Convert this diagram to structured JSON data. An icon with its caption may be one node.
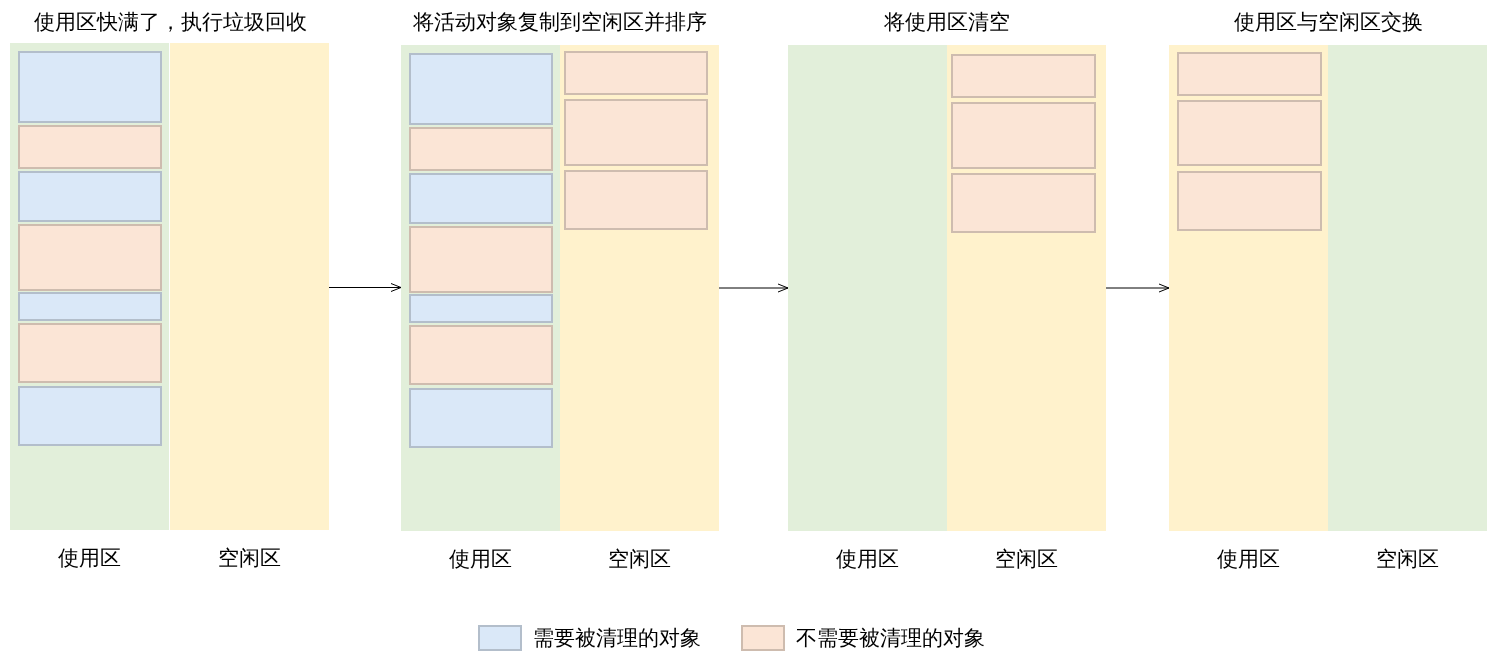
{
  "diagram": {
    "nodes": [
      {
        "text": [
          "使用区"
        ]
      },
      {
        "text": [],
        "shape": "box",
        "in": 0
      },
      {
        "text": [],
        "shape": "box",
        "in": 0
      },
      {
        "text": [],
        "shape": "box",
        "in": 0
      },
      {
        "text": [],
        "shape": "box",
        "in": 0
      },
      {
        "text": [],
        "shape": "box",
        "in": 0
      },
      {
        "text": [],
        "shape": "box",
        "in": 0
      },
      {
        "text": [],
        "shape": "box",
        "in": 0
      },
      {
        "text": [
          "空闲区"
        ]
      },
      {
        "text": [
          "使用区"
        ]
      },
      {
        "text": [],
        "shape": "box",
        "in": 9
      },
      {
        "text": [],
        "shape": "box",
        "in": 9
      },
      {
        "text": [],
        "shape": "box",
        "in": 9
      },
      {
        "text": [],
        "shape": "box",
        "in": 9
      },
      {
        "text": [],
        "shape": "box",
        "in": 9
      },
      {
        "text": [],
        "shape": "box",
        "in": 9
      },
      {
        "text": [],
        "shape": "box",
        "in": 9
      },
      {
        "text": [
          "空闲区"
        ]
      },
      {
        "text": [],
        "shape": "box",
        "in": 17
      },
      {
        "text": [],
        "shape": "box",
        "in": 17
      },
      {
        "text": [],
        "shape": "box",
        "in": 17
      },
      {
        "text": [
          "使用区"
        ]
      },
      {
        "text": [
          "空闲区"
        ]
      },
      {
        "text": [],
        "shape": "box",
        "in": 22
      },
      {
        "text": [],
        "shape": "box",
        "in": 22
      },
      {
        "text": [],
        "shape": "box",
        "in": 22
      },
      {
        "text": [
          "使用区"
        ]
      },
      {
        "text": [],
        "shape": "box",
        "in": 26
      },
      {
        "text": [],
        "shape": "box",
        "in": 26
      },
      {
        "text": [],
        "shape": "box",
        "in": 26
      },
      {
        "text": [
          "空闲区"
        ]
      }
    ],
    "edges": [
      {
        "from": 8,
        "to": 9,
        "arrow": "to"
      },
      {
        "from": 17,
        "to": 21,
        "arrow": "to"
      },
      {
        "from": 22,
        "to": 26,
        "arrow": "to"
      }
    ],
    "labels": [
      "使用区快满了，执行垃圾回收",
      "将活动对象复制到空闲区并排序",
      "将使用区清空",
      "使用区与空闲区交换"
    ],
    "legend": [
      {
        "text": "需要被清理的对象",
        "color": "#dae8f8"
      },
      {
        "text": "不需要被清理的对象",
        "color": "#fbe5d6"
      }
    ]
  }
}
